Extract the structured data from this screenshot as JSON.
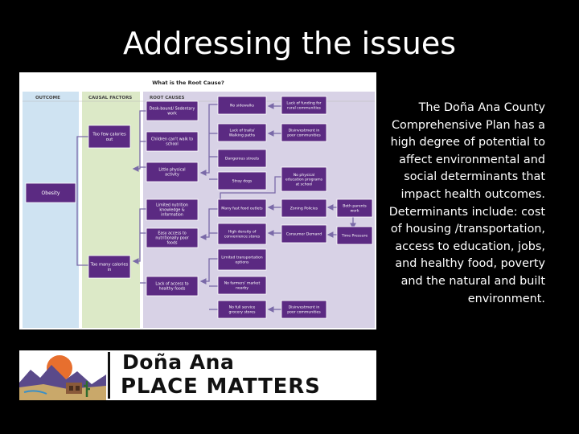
{
  "slide": {
    "title": "Addressing the issues",
    "body": "The Doña Ana County Comprehensive Plan has a high degree of potential to affect environmental and social determinants that impact health outcomes. Determinants include: cost of housing /transportation, access to education, jobs, and healthy food, poverty and the natural and built environment."
  },
  "diagram": {
    "heading": "What is the Root Cause?",
    "columns": {
      "outcome": "OUTCOME",
      "causal": "CAUSAL FACTORS",
      "root": "ROOT CAUSES"
    },
    "outcome": "Obesity",
    "causal": [
      "Too few calories out",
      "Too many calories in"
    ],
    "factors": [
      "Desk-bound/ Sedentary work",
      "Children can't walk to school",
      "Little physical activity",
      "Limited nutrition knowledge & information",
      "Easy access to nutritionally poor foods",
      "Lack of access to healthy foods"
    ],
    "root_a": [
      "No sidewalks",
      "Lack of trails/ Walking paths",
      "Dangerous streets",
      "Stray dogs",
      "Many fast food outlets",
      "High density of convenience stores",
      "Limited transportation options",
      "No farmers' market nearby",
      "No full service grocery stores"
    ],
    "root_b": [
      "Lack of funding for rural communities",
      "Disinvestment in poor communities",
      "No physical education programs at school",
      "Zoning Policies",
      "Consumer Demand",
      "Disinvestment in poor communities"
    ],
    "root_c": [
      "Both parents work",
      "Time Pressure"
    ],
    "colors": {
      "box": "#5b2a82",
      "outcome_band": "#cfe3f2",
      "causal_band": "#dce9c7",
      "root_band": "#d8d2e6",
      "arrow": "#7a6aa8"
    }
  },
  "logo": {
    "line1": "Doña Ana",
    "line2": "PLACE MATTERS"
  }
}
